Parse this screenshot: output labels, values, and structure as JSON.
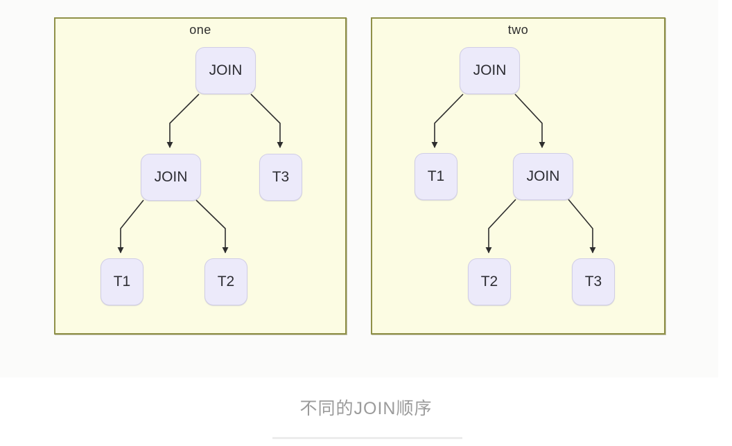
{
  "diagram": {
    "panels": [
      {
        "title": "one",
        "nodes": [
          {
            "id": "root",
            "label": "JOIN"
          },
          {
            "id": "left",
            "label": "JOIN"
          },
          {
            "id": "right",
            "label": "T3"
          },
          {
            "id": "left_left",
            "label": "T1"
          },
          {
            "id": "left_right",
            "label": "T2"
          }
        ],
        "edges": [
          [
            "root",
            "left"
          ],
          [
            "root",
            "right"
          ],
          [
            "left",
            "left_left"
          ],
          [
            "left",
            "left_right"
          ]
        ]
      },
      {
        "title": "two",
        "nodes": [
          {
            "id": "root",
            "label": "JOIN"
          },
          {
            "id": "left",
            "label": "T1"
          },
          {
            "id": "right",
            "label": "JOIN"
          },
          {
            "id": "right_left",
            "label": "T2"
          },
          {
            "id": "right_right",
            "label": "T3"
          }
        ],
        "edges": [
          [
            "root",
            "left"
          ],
          [
            "root",
            "right"
          ],
          [
            "right",
            "right_left"
          ],
          [
            "right",
            "right_right"
          ]
        ]
      }
    ],
    "caption": "不同的JOIN顺序",
    "colors": {
      "panel_background": "#fcfce3",
      "panel_border": "#8f9048",
      "node_background": "#eceafa",
      "node_border": "#d0cde6",
      "node_text": "#2d2d33",
      "arrow": "#2d2d2d",
      "title_text": "#2d2d2d",
      "caption_text": "#9b9b9b",
      "divider": "#ececec"
    }
  }
}
